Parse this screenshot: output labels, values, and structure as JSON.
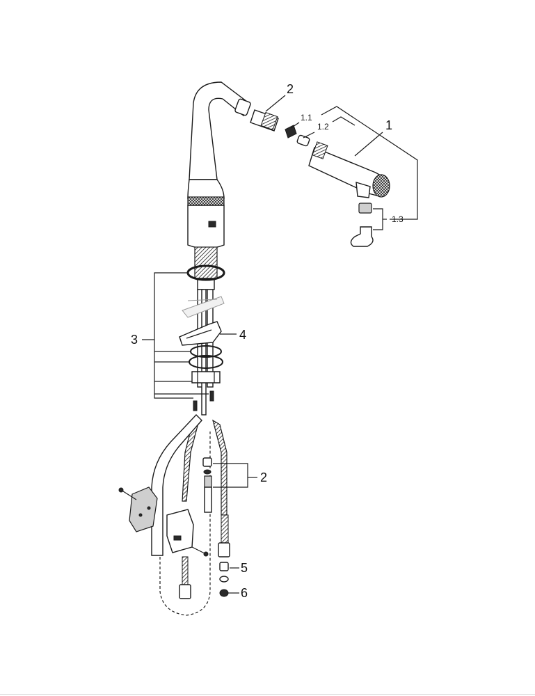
{
  "callouts": {
    "c1": "1",
    "c1_1": "1.1",
    "c1_2": "1.2",
    "c1_3": "1.3",
    "c2_top": "2",
    "c2_hose": "2",
    "c3": "3",
    "c4": "4",
    "c5": "5",
    "c6": "6"
  },
  "colors": {
    "line": "#1a1a1a",
    "fill": "#ffffff",
    "shade": "#cfcfcf"
  }
}
